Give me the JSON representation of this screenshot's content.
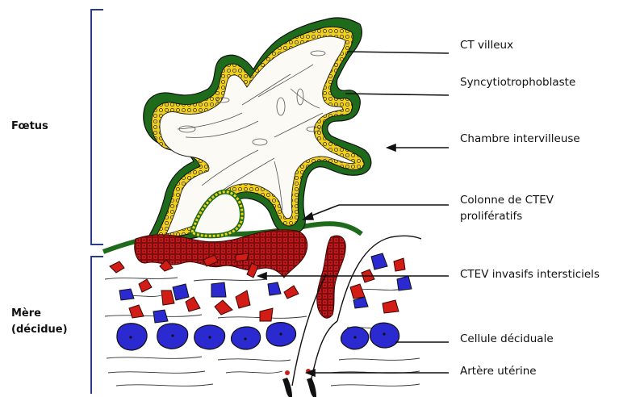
{
  "side_labels": {
    "foetus": "Fœtus",
    "mere": "Mère",
    "decidue": "(décidue)"
  },
  "callouts": {
    "ct_villeux": "CT villeux",
    "syncytio": "Syncytiotrophoblaste",
    "chambre": "Chambre intervilleuse",
    "colonne_line1": "Colonne de CTEV",
    "colonne_line2": "prolifératifs",
    "invasifs": "CTEV invasifs intersticiels",
    "deciduale": "Cellule déciduale",
    "artere": "Artère utérine"
  },
  "colors": {
    "syncytio_green": "#1f6b1c",
    "cytotrophoblast_yellow": "#f2d11a",
    "core_fill": "#fbfaf4",
    "ctev_red": "#d21c16",
    "decidual_blue": "#2a2ad0",
    "outline": "#111111"
  }
}
